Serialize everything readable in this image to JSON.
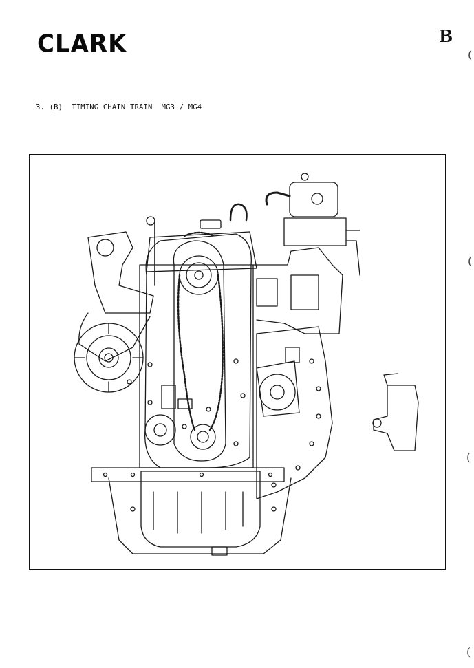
{
  "page": {
    "logo_text": "CLARK",
    "section_letter": "B",
    "heading": "3. (B)  TIMING CHAIN TRAIN  MG3 / MG4"
  },
  "figure": {
    "description_icon": "engine-timing-chain-drawing-icon",
    "stroke_color": "#1a1a1a"
  }
}
